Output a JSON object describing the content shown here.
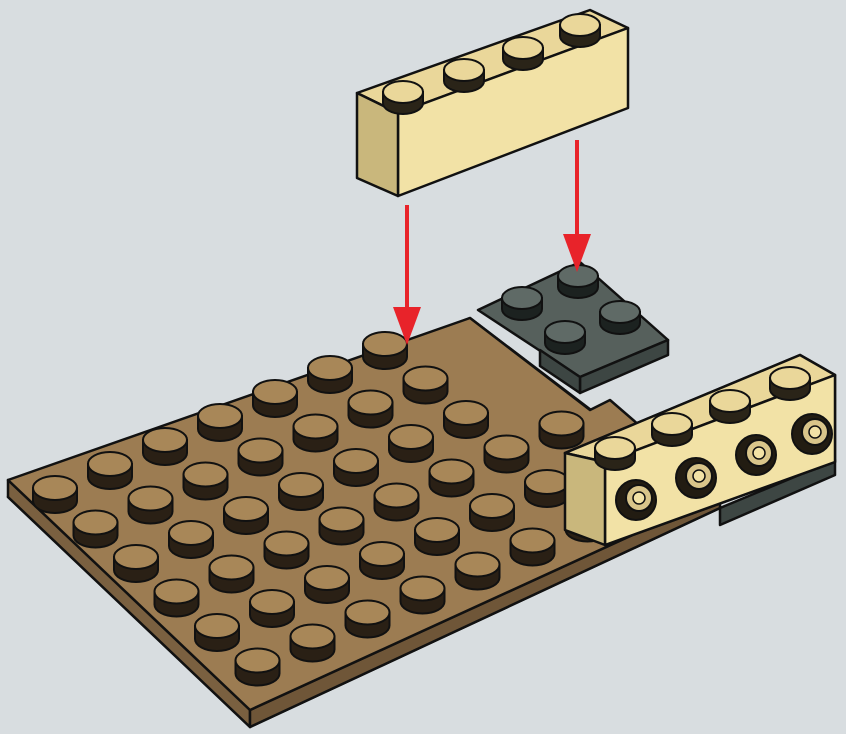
{
  "scene": {
    "kind": "building-instruction-step",
    "background_color": "#d8dde0",
    "outline_color": "#111111",
    "colors": {
      "tan_top": "#9c7c52",
      "tan_side": "#7a6040",
      "tan_front": "#8a6d47",
      "stud_top": "#a88758",
      "stud_side": "#2a2015",
      "light_tan_top": "#ead79a",
      "light_tan_front": "#f2e2a6",
      "light_tan_side": "#c9b77c",
      "dark_gray_top": "#56605c",
      "dark_gray_side": "#3d4643",
      "arrow": "#e8232a"
    },
    "parts": [
      {
        "name": "tan-plate-6x8",
        "color": "dark tan",
        "role": "base"
      },
      {
        "name": "dark-gray-plate-2x2",
        "color": "dark bluish gray",
        "role": "placed"
      },
      {
        "name": "tan-brick-1x4-with-studs-on-side",
        "color": "tan",
        "role": "placed"
      },
      {
        "name": "tan-brick-1x4",
        "color": "tan",
        "role": "to-be-added"
      }
    ],
    "arrows": [
      {
        "name": "arrow-left",
        "direction": "down"
      },
      {
        "name": "arrow-right",
        "direction": "down"
      }
    ]
  }
}
